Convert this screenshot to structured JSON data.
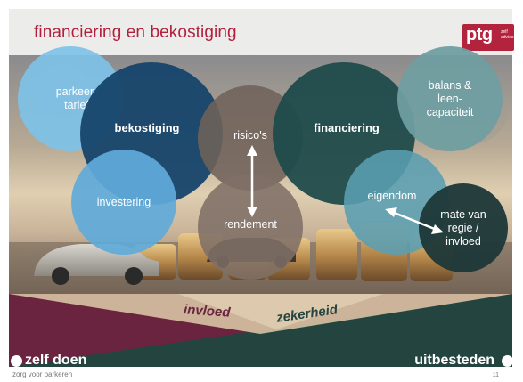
{
  "title": "financiering en bekostiging",
  "logo": {
    "main": "ptg",
    "sub_line1": "zelf",
    "sub_line2": "advies"
  },
  "circles": {
    "parkeertarief": "parkeer-\ntarief",
    "bekostiging": "bekostiging",
    "investering": "investering",
    "risicos": "risico's",
    "rendement": "rendement",
    "financiering": "financiering",
    "balans": "balans &\nleen-\ncapaciteit",
    "eigendom": "eigendom",
    "mate_van_regie": "mate van\nregie /\ninvloed"
  },
  "band": {
    "left_word": "invloed",
    "right_word": "zekerheid",
    "left_label": "zelf doen",
    "right_label": "uitbesteden",
    "colors": {
      "left": "#6a2440",
      "right": "#24443f",
      "center": "#d8c3a3"
    }
  },
  "footer": {
    "text": "zorg voor parkeren",
    "page": "11"
  },
  "colors": {
    "title": "#b2203f",
    "light_blue": "#7fc2e6",
    "dark_blue": "#17456b",
    "mid_blue": "#5fa6d6",
    "taupe": "#7a6a60",
    "dark_teal": "#1f4a4a",
    "sage": "#6f9da1",
    "light_teal": "#5e9fb1",
    "deep_teal": "#1f3a3a"
  }
}
